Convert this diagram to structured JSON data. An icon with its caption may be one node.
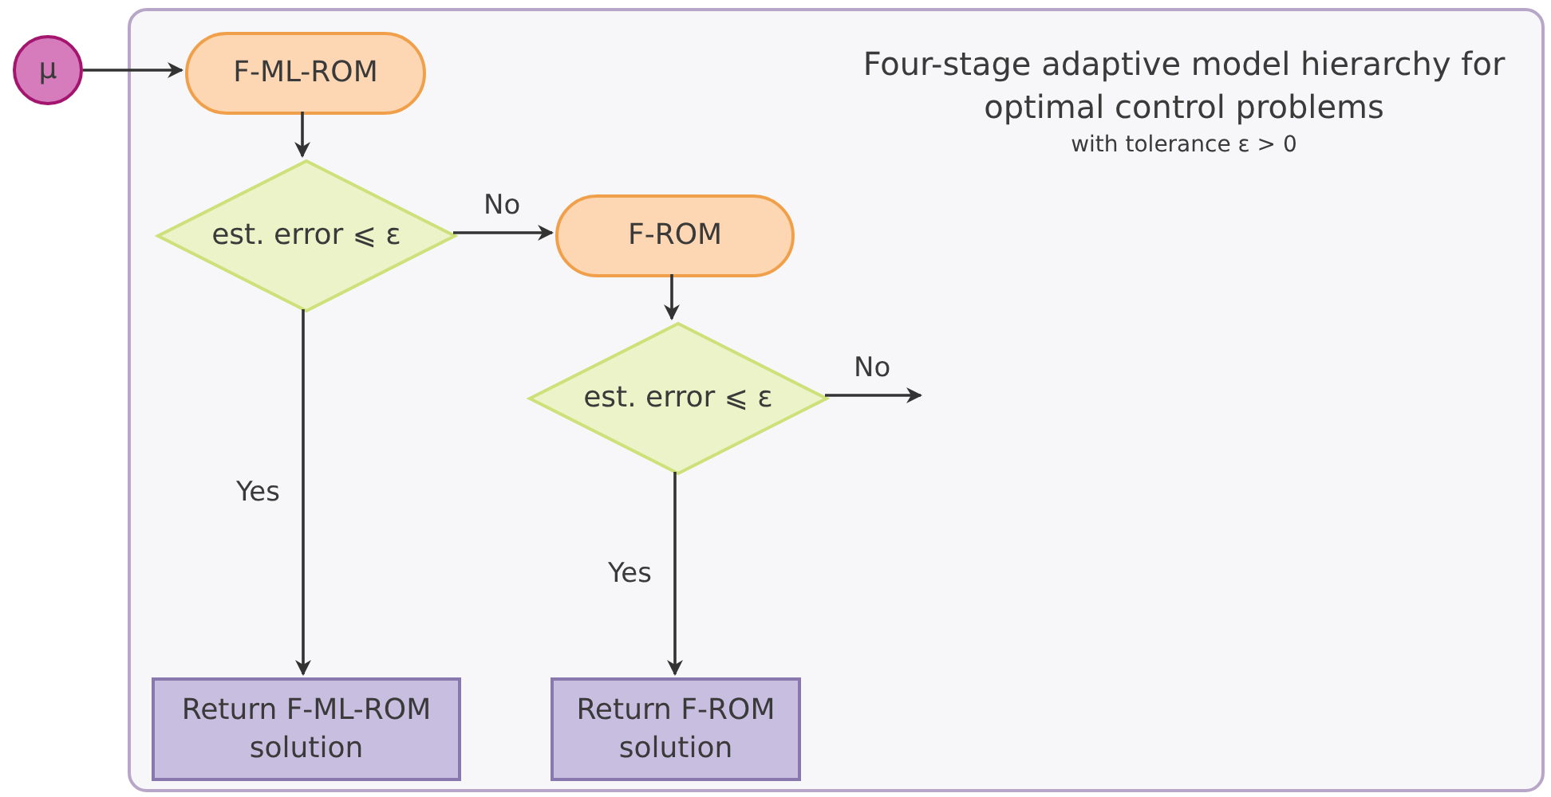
{
  "diagram": {
    "nodes": [
      {
        "text": [
          "Four-stage adaptive model hierarchy for optimal control problems",
          "with tolerance ε > 0"
        ]
      },
      {
        "text": [
          "μ"
        ]
      },
      {
        "text": [
          "F-ML-ROM"
        ],
        "in": 0
      },
      {
        "text": [
          "est. error ⩽ ε"
        ],
        "in": 0
      },
      {
        "text": [
          "F-ROM"
        ],
        "in": 0
      },
      {
        "text": [
          "est. error ⩽ ε"
        ],
        "in": 0
      },
      {
        "text": [
          "Return F-ML-ROM solution"
        ],
        "in": 0
      },
      {
        "text": [
          "Return F-ROM solution"
        ],
        "in": 0
      }
    ],
    "edges": [
      {
        "from": 1,
        "to": 2,
        "arrow": "to"
      },
      {
        "from": 2,
        "to": 3,
        "arrow": "to"
      },
      {
        "from": 3,
        "to": 4,
        "arrow": "to",
        "label": "No"
      },
      {
        "from": 3,
        "to": 6,
        "arrow": "to",
        "label": "Yes"
      },
      {
        "from": 4,
        "to": 5,
        "arrow": "to"
      },
      {
        "from": 5,
        "to": 7,
        "arrow": "to",
        "label": "Yes"
      },
      {
        "from": 5,
        "to": null,
        "arrow": "to",
        "label": "No"
      }
    ]
  }
}
